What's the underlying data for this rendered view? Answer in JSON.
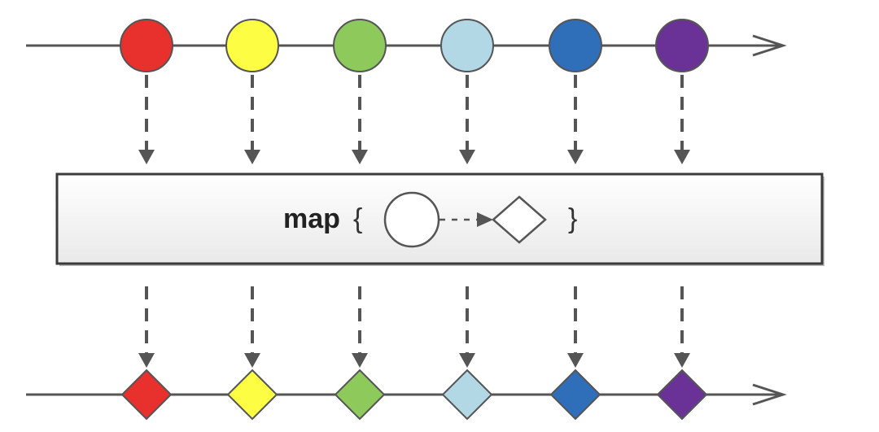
{
  "operator": {
    "label": "map",
    "open_brace": "{",
    "close_brace": "}"
  },
  "input_stream": {
    "shape": "circle",
    "items": [
      {
        "color": "#e8312c"
      },
      {
        "color": "#fdfd44"
      },
      {
        "color": "#8dca5b"
      },
      {
        "color": "#b2d8e6"
      },
      {
        "color": "#2f6eb8"
      },
      {
        "color": "#6a3297"
      }
    ]
  },
  "output_stream": {
    "shape": "diamond",
    "items": [
      {
        "color": "#e8312c"
      },
      {
        "color": "#fdfd44"
      },
      {
        "color": "#8dca5b"
      },
      {
        "color": "#b2d8e6"
      },
      {
        "color": "#2f6eb8"
      },
      {
        "color": "#6a3297"
      }
    ]
  },
  "colors": {
    "line": "#555555",
    "arrow": "#555555",
    "box_border": "#3a3a3a",
    "box_fill_top": "#ffffff",
    "box_fill_bottom": "#e9e9e9",
    "marble_stroke": "#555555"
  }
}
